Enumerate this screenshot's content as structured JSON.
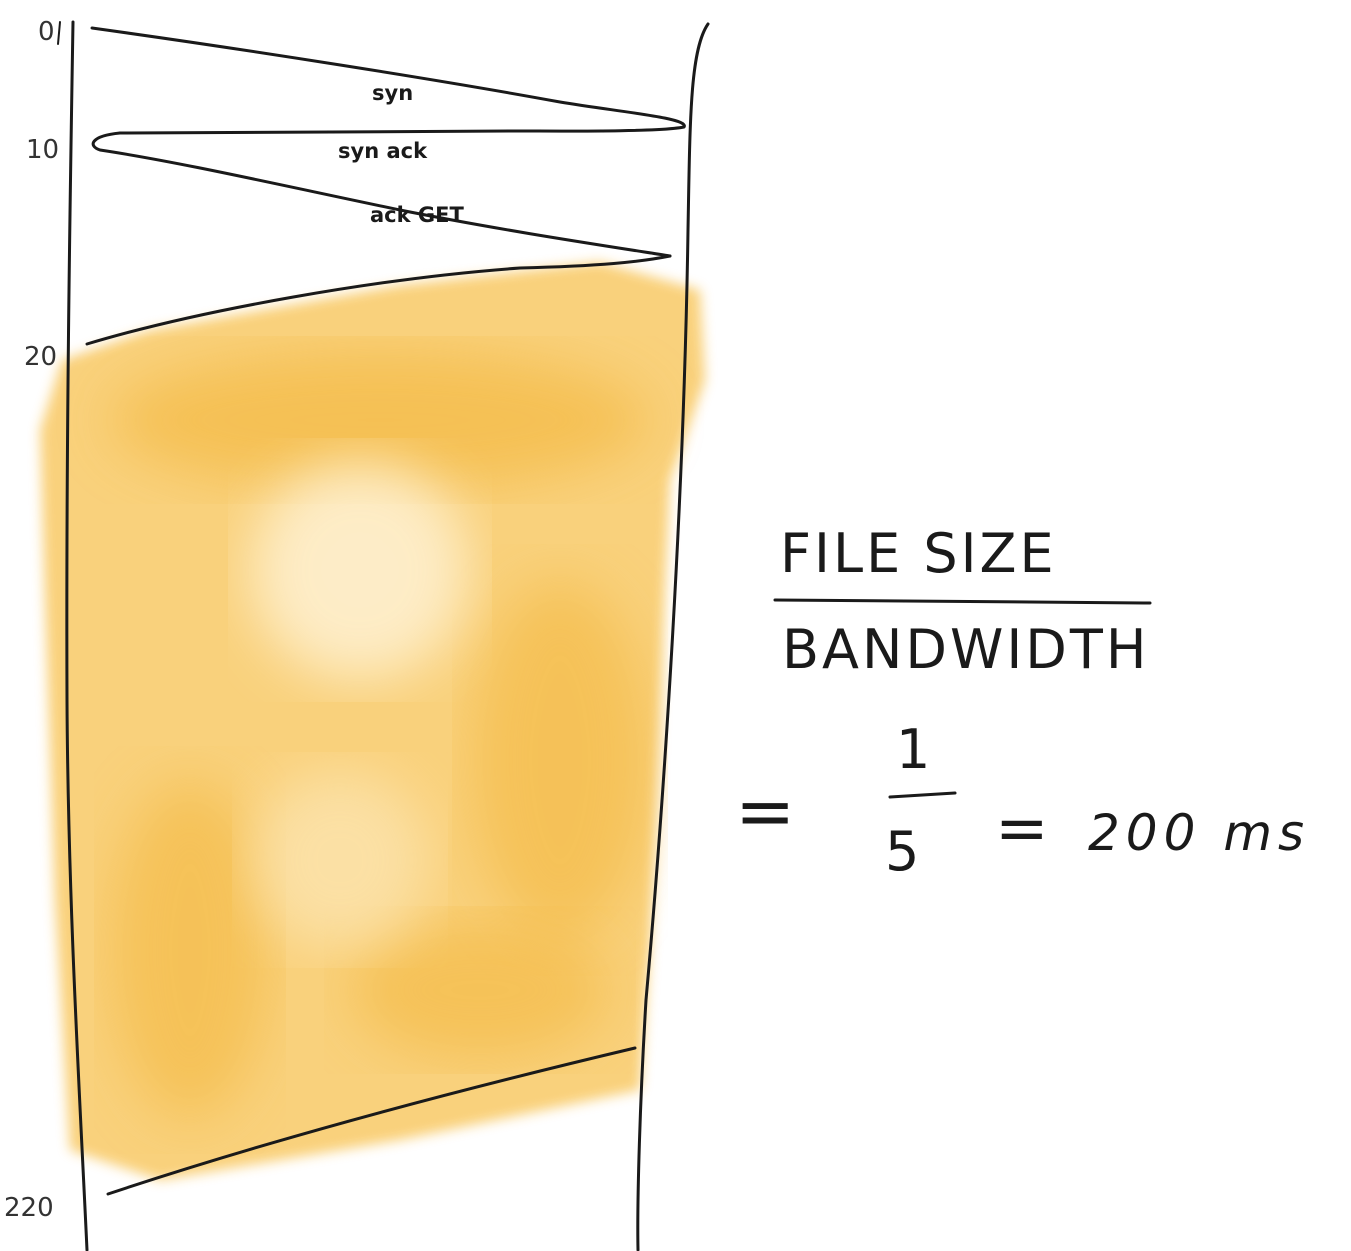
{
  "timeline": {
    "ticks": [
      "0",
      "10",
      "20",
      "220"
    ]
  },
  "messages": {
    "syn": "syn",
    "synack": "syn ack",
    "ack_get": "ack GET"
  },
  "formula": {
    "numerator": "FILE SIZE",
    "denominator": "BANDWIDTH",
    "equals_1": "=",
    "fraction_num": "1",
    "fraction_den": "5",
    "equals_2": "=",
    "result": "200 ms"
  },
  "colors": {
    "transfer_fill": "#f7bc3c",
    "ink": "#1a1a1a"
  }
}
